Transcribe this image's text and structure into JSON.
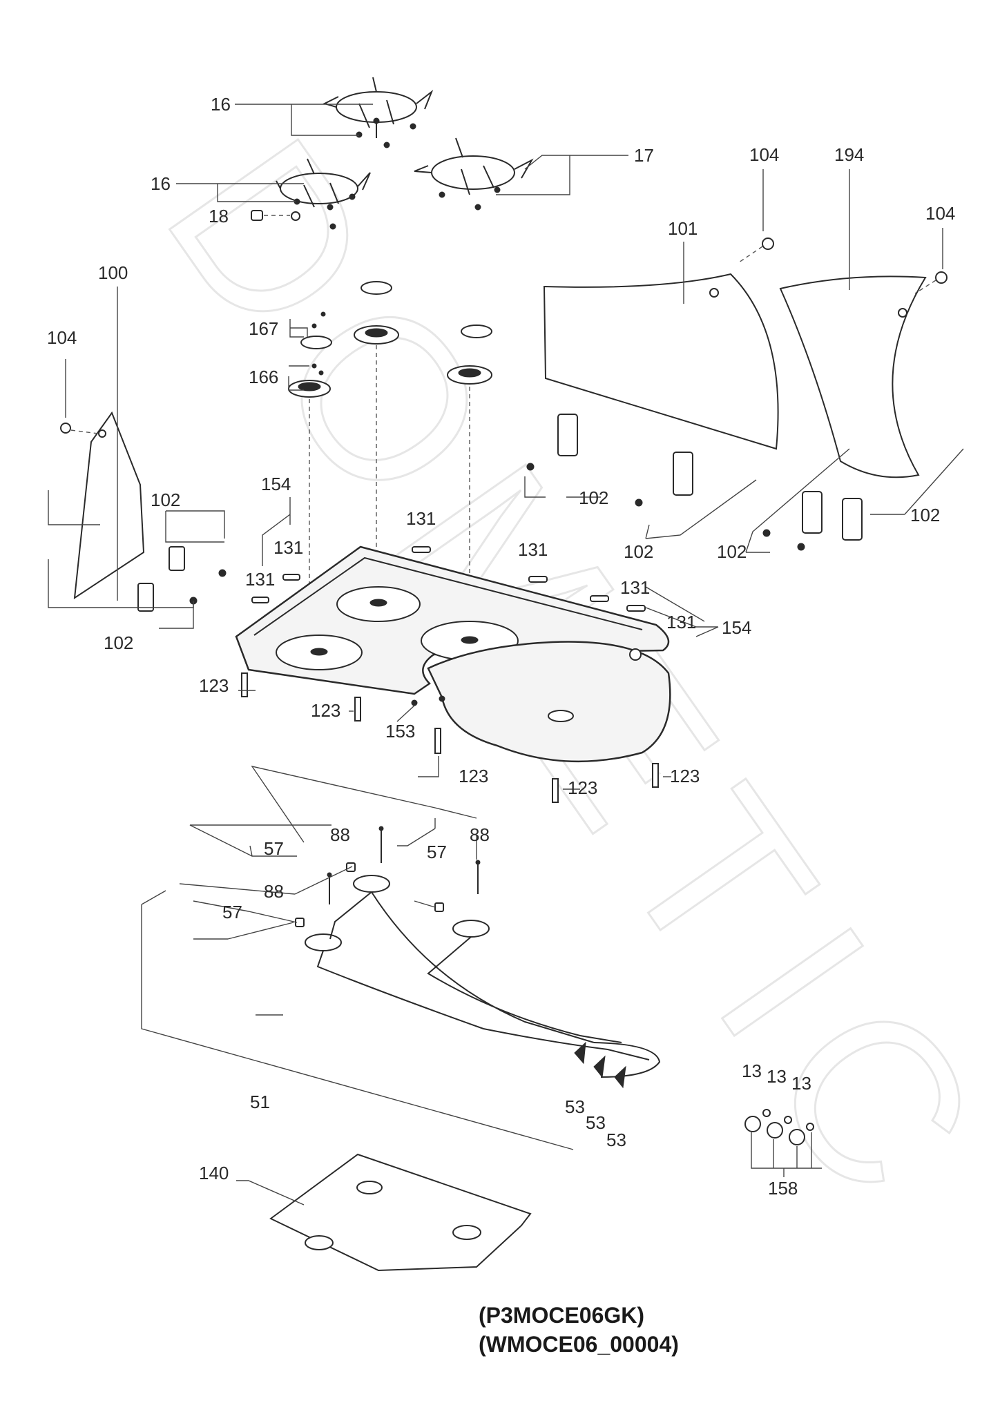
{
  "watermark": "DOMETIC",
  "model_codes": [
    "(P3MOCE06GK)",
    "(WMOCE06_00004)"
  ],
  "callouts": {
    "grid_left_top": "16",
    "grid_left_mid": "16",
    "grid_right": "17",
    "rubber_foot": "18",
    "cap_left": "104",
    "cap_mid": "104",
    "cap_right": "104",
    "lid_right_b": "194",
    "lid_right_a": "101",
    "lid_left": "100",
    "burner_cap_167": "167",
    "burner_cap_166": "166",
    "clip_group_154": "154",
    "hinge_left": "102",
    "hinge_left_bottom": "102",
    "hinge_mid_a": "102",
    "hinge_mid_b": "102",
    "hinge_right_a": "102",
    "hinge_right_b": "102",
    "clip_131_a": "131",
    "clip_131_b": "131",
    "clip_131_c": "131",
    "clip_131_d": "131",
    "clip_131_e": "131",
    "clip_131_f": "131",
    "clip_group_154_right": "154",
    "screw_123_a": "123",
    "screw_123_b": "123",
    "screw_123_c": "123",
    "screw_123_d": "123",
    "screw_123_e": "123",
    "bolt_153": "153",
    "electrode_88_a": "88",
    "electrode_88_b": "88",
    "electrode_88_c": "88",
    "nut_57_a": "57",
    "nut_57_b": "57",
    "nut_57_c": "57",
    "gas_manifold": "51",
    "valve_53_a": "53",
    "valve_53_b": "53",
    "valve_53_c": "53",
    "knob_13_a": "13",
    "knob_13_b": "13",
    "knob_13_c": "13",
    "knob_set_158": "158",
    "base_plate_140": "140"
  }
}
